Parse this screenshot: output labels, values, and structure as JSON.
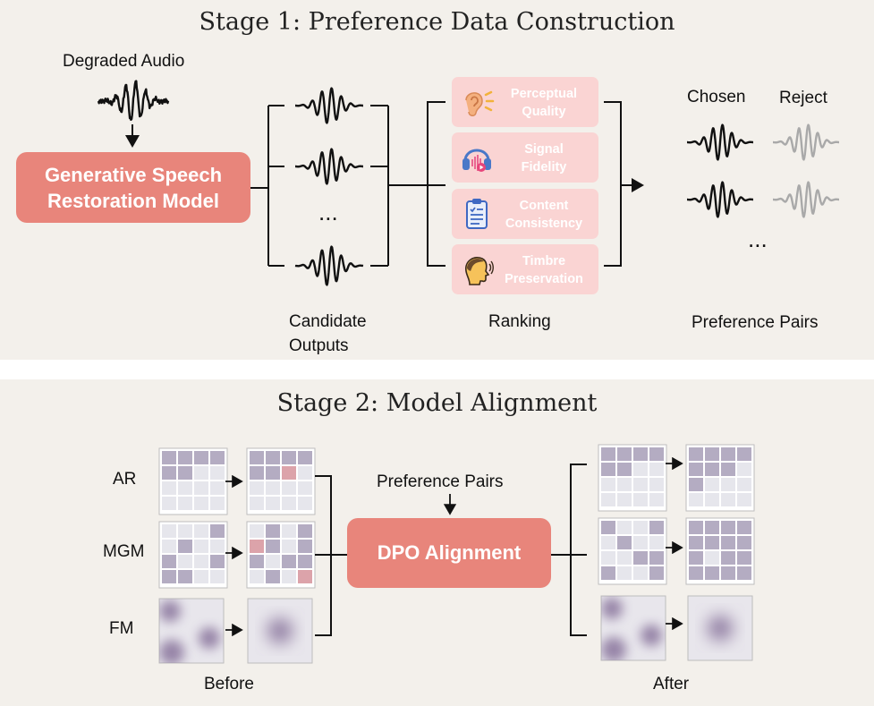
{
  "stage1": {
    "title": "Stage 1: Preference Data Construction",
    "degraded_audio_label": "Degraded Audio",
    "model_label": "Generative Speech\nRestoration Model",
    "candidate_outputs_label": "Candidate\nOutputs",
    "candidate_ellipsis": "...",
    "ranking_label": "Ranking",
    "ranking_criteria": [
      {
        "label": "Perceptual\nQuality",
        "icon": "ear-icon"
      },
      {
        "label": "Signal\nFidelity",
        "icon": "headphones-icon"
      },
      {
        "label": "Content\nConsistency",
        "icon": "clipboard-icon"
      },
      {
        "label": "Timbre\nPreservation",
        "icon": "speaking-head-icon"
      }
    ],
    "chosen_label": "Chosen",
    "reject_label": "Reject",
    "pairs_ellipsis": "...",
    "preference_pairs_label": "Preference Pairs"
  },
  "stage2": {
    "title": "Stage 2: Model Alignment",
    "model_types": [
      "AR",
      "MGM",
      "FM"
    ],
    "preference_pairs_label": "Preference Pairs",
    "alignment_label": "DPO Alignment",
    "before_label": "Before",
    "after_label": "After"
  },
  "colors": {
    "panel_bg": "#f3f0eb",
    "model_box": "#e8857b",
    "ranking_box": "#fad4d3",
    "grid_empty": "#e6e6ec",
    "grid_filled": "#b4acc2",
    "grid_error": "#dca3aa",
    "reject_wave": "#a9a9a9"
  }
}
